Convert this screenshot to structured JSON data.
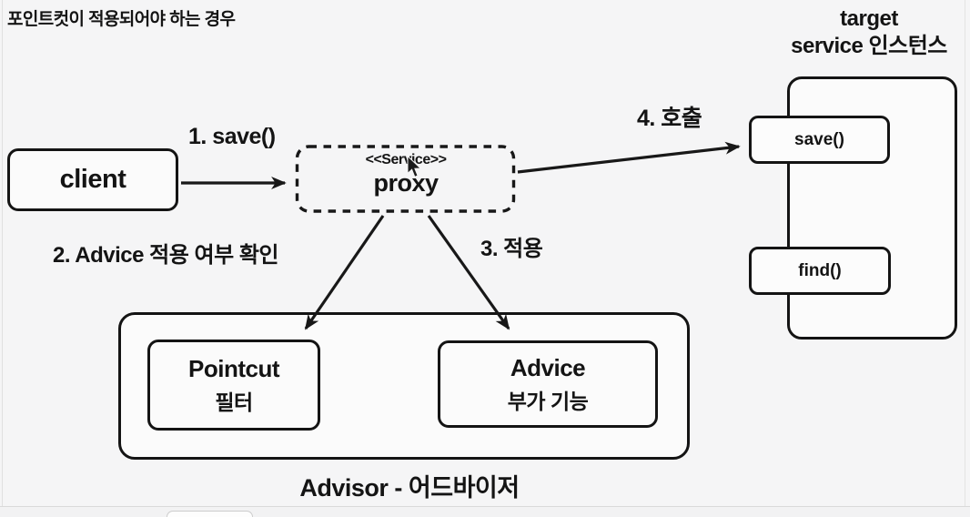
{
  "page": {
    "title": "포인트컷이 적용되어야 하는 경우"
  },
  "nodes": {
    "client": {
      "label": "client"
    },
    "proxy": {
      "stereotype": "<<Service>>",
      "label": "proxy"
    },
    "target": {
      "title_line1": "target",
      "title_line2": "service 인스턴스",
      "methods": [
        "save()",
        "find()"
      ]
    },
    "advisor": {
      "caption": "Advisor - 어드바이저",
      "pointcut": {
        "title": "Pointcut",
        "subtitle": "필터"
      },
      "advice": {
        "title": "Advice",
        "subtitle": "부가 기능"
      }
    }
  },
  "edges": {
    "step1": "1. save()",
    "step2": "2. Advice 적용 여부 확인",
    "step3": "3. 적용",
    "step4": "4. 호출"
  },
  "colors": {
    "stroke": "#181818",
    "background": "#f5f5f6",
    "box_fill": "#fbfbfb"
  }
}
